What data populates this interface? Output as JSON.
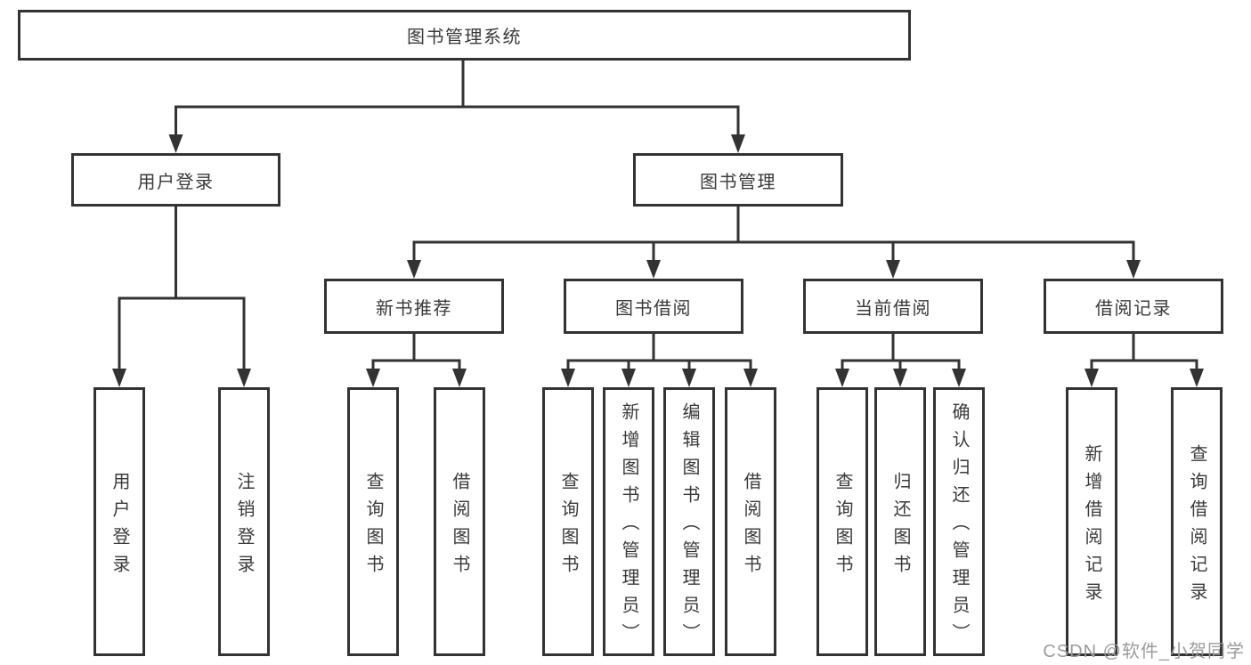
{
  "diagram": {
    "root": {
      "label": "图书管理系统"
    },
    "modules": [
      {
        "label": "用户登录",
        "children": [
          {
            "label": "用户登录"
          },
          {
            "label": "注销登录"
          }
        ]
      },
      {
        "label": "图书管理",
        "submodules": [
          {
            "label": "新书推荐",
            "children": [
              {
                "label": "查询图书"
              },
              {
                "label": "借阅图书"
              }
            ]
          },
          {
            "label": "图书借阅",
            "children": [
              {
                "label": "查询图书"
              },
              {
                "label": "新增图书（管理员）"
              },
              {
                "label": "编辑图书（管理员）"
              },
              {
                "label": "借阅图书"
              }
            ]
          },
          {
            "label": "当前借阅",
            "children": [
              {
                "label": "查询图书"
              },
              {
                "label": "归还图书"
              },
              {
                "label": "确认归还（管理员）"
              }
            ]
          },
          {
            "label": "借阅记录",
            "children": [
              {
                "label": "新增借阅记录"
              },
              {
                "label": "查询借阅记录"
              }
            ]
          }
        ]
      }
    ]
  },
  "watermark": {
    "text": "CSDN @软件_小贺同学"
  },
  "colors": {
    "line": "#333333",
    "box_fill": "#ffffff",
    "text": "#3a3a3a",
    "watermark": "#9b9b9b"
  }
}
